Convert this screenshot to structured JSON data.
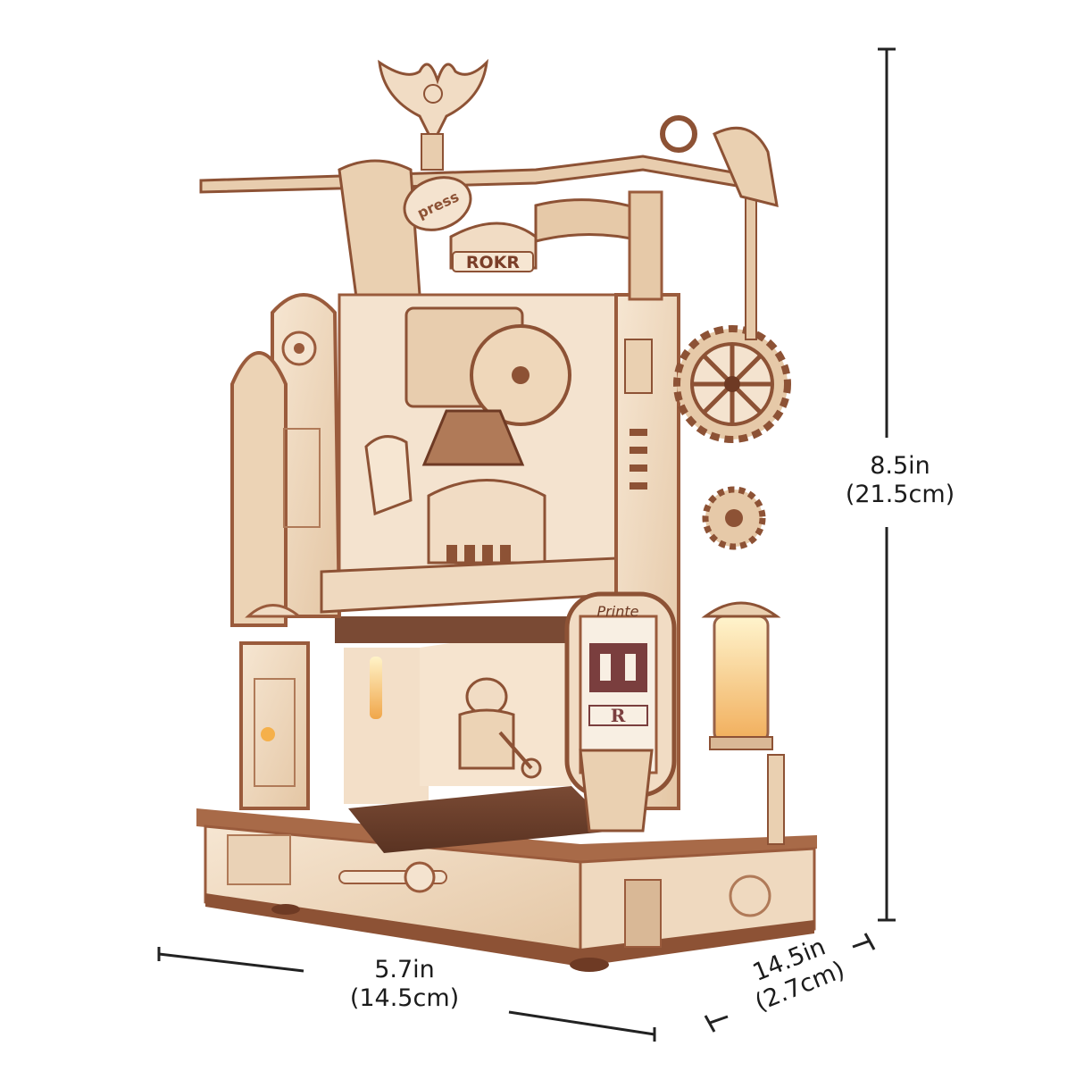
{
  "product": {
    "brand_plate_text": "ROKR",
    "side_plate_text": "press",
    "drum_text": "Printe",
    "drum_letter": "R"
  },
  "dimensions": {
    "height": {
      "imperial": "8.5in",
      "metric": "(21.5cm)"
    },
    "width": {
      "imperial": "5.7in",
      "metric": "(14.5cm)"
    },
    "depth": {
      "imperial": "14.5in",
      "metric": "(2.7cm)"
    }
  },
  "colors": {
    "wood_light": "#f1dcc4",
    "wood_mid": "#e2c2a0",
    "wood_edge": "#9a5b3c",
    "wood_dark": "#6e3a24",
    "glow": "#f5b04a",
    "line": "#222222"
  }
}
